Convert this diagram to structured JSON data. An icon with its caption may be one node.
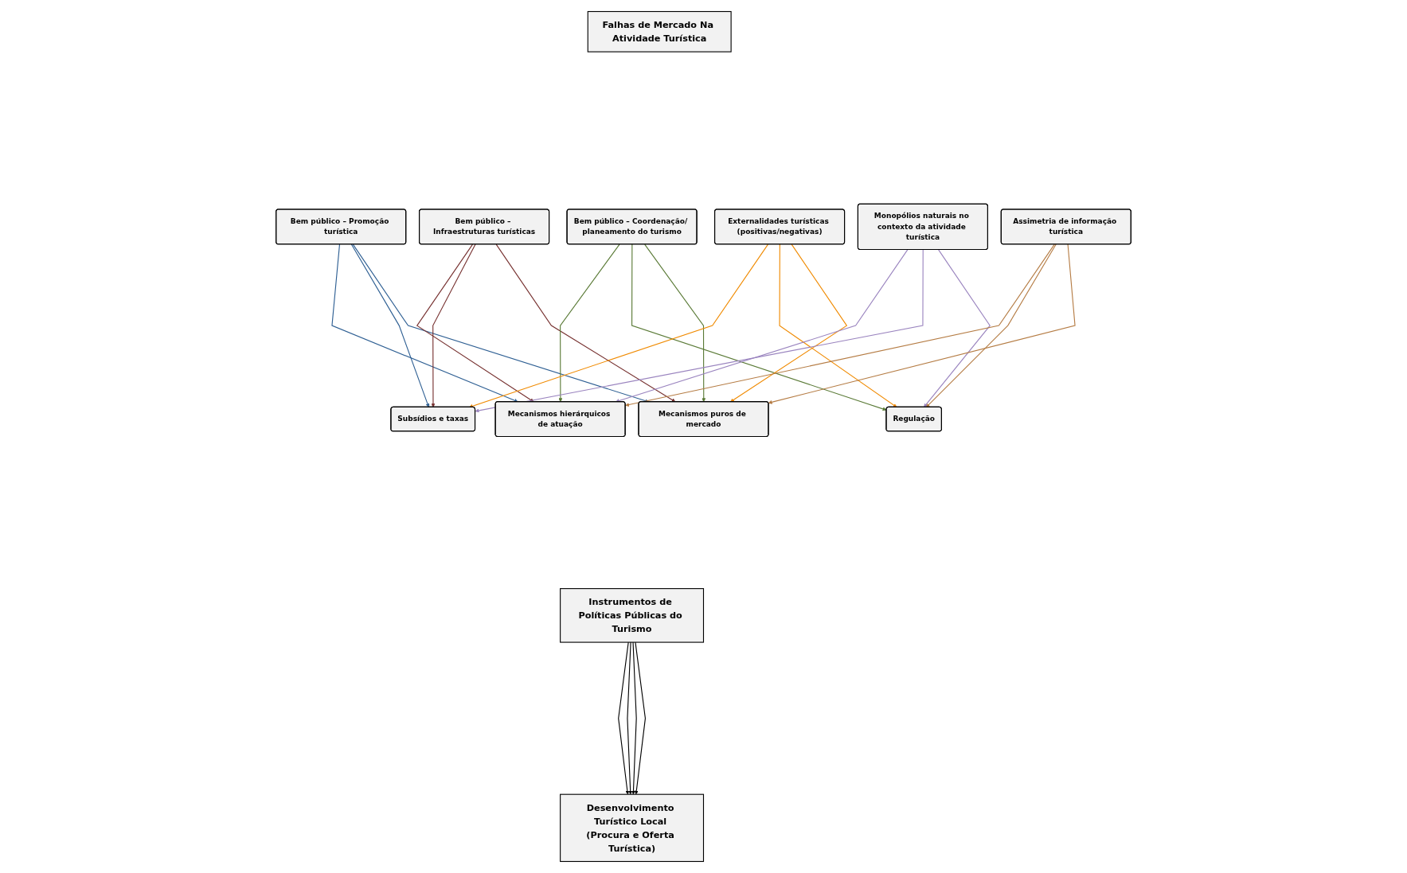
{
  "diagram": {
    "nodes": [
      {
        "text": [
          "Falhas de Mercado Na Atividade Turística"
        ]
      },
      {
        "text": [
          "Bem público – Promoção turística"
        ]
      },
      {
        "text": [
          "Bem público – Infraestruturas turísticas"
        ]
      },
      {
        "text": [
          "Bem público – Coordenação/ planeamento do turismo"
        ]
      },
      {
        "text": [
          "Externalidades turísticas (positivas/negativas)"
        ]
      },
      {
        "text": [
          "Monopólios naturais no contexto da atividade turística"
        ]
      },
      {
        "text": [
          "Assimetria de informação turística"
        ]
      },
      {
        "text": [
          "Mecanismos hierárquicos de atuação"
        ]
      },
      {
        "text": [
          "Subsídios e taxas"
        ]
      },
      {
        "text": [
          "Regulação"
        ]
      },
      {
        "text": [
          "Mecanismos puros de mercado"
        ]
      },
      {
        "text": [
          "Instrumentos de Políticas Públicas do Turismo"
        ]
      },
      {
        "text": [
          "Desenvolvimento Turístico Local (Procura e Oferta Turística)"
        ]
      }
    ],
    "edges": [
      {
        "from": 1,
        "to": 7,
        "arrow": "to",
        "color": "#2e5f93"
      },
      {
        "from": 1,
        "to": 8,
        "arrow": "to",
        "color": "#2e5f93"
      },
      {
        "from": 1,
        "to": 10,
        "arrow": "to",
        "color": "#2e5f93"
      },
      {
        "from": 2,
        "to": 7,
        "arrow": "to",
        "color": "#76302f"
      },
      {
        "from": 2,
        "to": 8,
        "arrow": "to",
        "color": "#76302f"
      },
      {
        "from": 2,
        "to": 10,
        "arrow": "to",
        "color": "#76302f"
      },
      {
        "from": 3,
        "to": 7,
        "arrow": "to",
        "color": "#5a7a36"
      },
      {
        "from": 3,
        "to": 9,
        "arrow": "to",
        "color": "#5a7a36"
      },
      {
        "from": 3,
        "to": 10,
        "arrow": "to",
        "color": "#5a7a36"
      },
      {
        "from": 4,
        "to": 8,
        "arrow": "to",
        "color": "#f08a00"
      },
      {
        "from": 4,
        "to": 9,
        "arrow": "to",
        "color": "#f08a00"
      },
      {
        "from": 4,
        "to": 10,
        "arrow": "to",
        "color": "#f08a00"
      },
      {
        "from": 5,
        "to": 7,
        "arrow": "to",
        "color": "#9a84bf"
      },
      {
        "from": 5,
        "to": 8,
        "arrow": "to",
        "color": "#9a84bf"
      },
      {
        "from": 5,
        "to": 9,
        "arrow": "to",
        "color": "#9a84bf"
      },
      {
        "from": 6,
        "to": 7,
        "arrow": "to",
        "color": "#b57c44"
      },
      {
        "from": 6,
        "to": 9,
        "arrow": "to",
        "color": "#b57c44"
      },
      {
        "from": 6,
        "to": 10,
        "arrow": "to",
        "color": "#b57c44"
      },
      {
        "from": 11,
        "to": 12,
        "arrow": "to"
      },
      {
        "from": 11,
        "to": 12,
        "arrow": "to"
      },
      {
        "from": 11,
        "to": 12,
        "arrow": "to"
      },
      {
        "from": 11,
        "to": 12,
        "arrow": "to"
      }
    ]
  }
}
